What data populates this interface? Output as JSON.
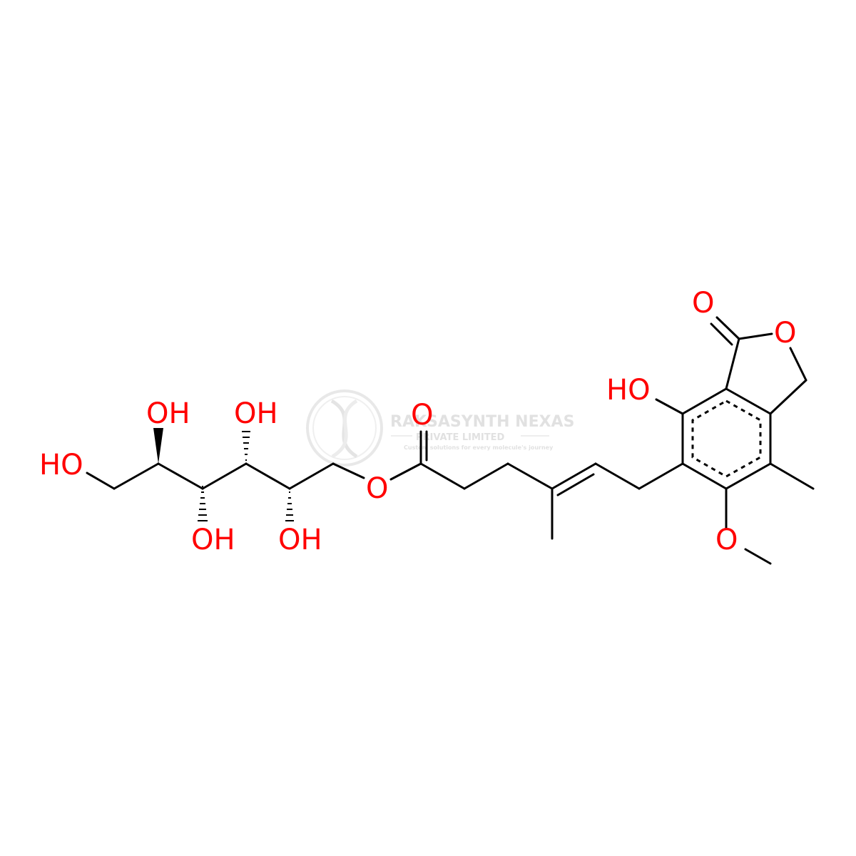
{
  "watermark": {
    "company": "RAKSASYNTH NEXAS",
    "subtitle": "PRIVATE LIMITED",
    "tagline": "Custom solutions for every molecule's journey"
  },
  "labels": {
    "o_ring": "O",
    "o_lactone": "O",
    "oh_phenol": "HO",
    "o_ester_carbonyl": "O",
    "o_ester": "O",
    "o_methoxy": "O",
    "ho_terminal": "HO",
    "oh_c2_up": "OH",
    "oh_c3_down": "OH",
    "oh_c4_up": "OH",
    "oh_c5_down": "OH"
  },
  "colors": {
    "heteroatom": "#ff0000",
    "bond": "#000000",
    "watermark": "#c9c9c9"
  }
}
